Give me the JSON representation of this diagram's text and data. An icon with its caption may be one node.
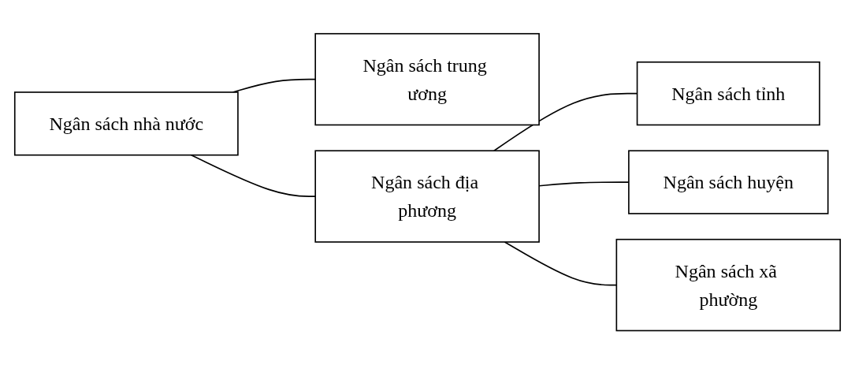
{
  "diagram": {
    "nodes": [
      {
        "text": [
          "Ngân sách nhà nước"
        ]
      },
      {
        "text": [
          "Ngân sách trung ương"
        ]
      },
      {
        "text": [
          "Ngân sách địa phương"
        ]
      },
      {
        "text": [
          "Ngân sách tỉnh"
        ]
      },
      {
        "text": [
          "Ngân sách huyện"
        ]
      },
      {
        "text": [
          "Ngân sách xã phường"
        ]
      }
    ],
    "edges": [
      {
        "from": 0,
        "to": 1,
        "arrow": "none"
      },
      {
        "from": 0,
        "to": 2,
        "arrow": "none"
      },
      {
        "from": 2,
        "to": 3,
        "arrow": "none"
      },
      {
        "from": 2,
        "to": 4,
        "arrow": "none"
      },
      {
        "from": 2,
        "to": 5,
        "arrow": "none"
      }
    ]
  }
}
